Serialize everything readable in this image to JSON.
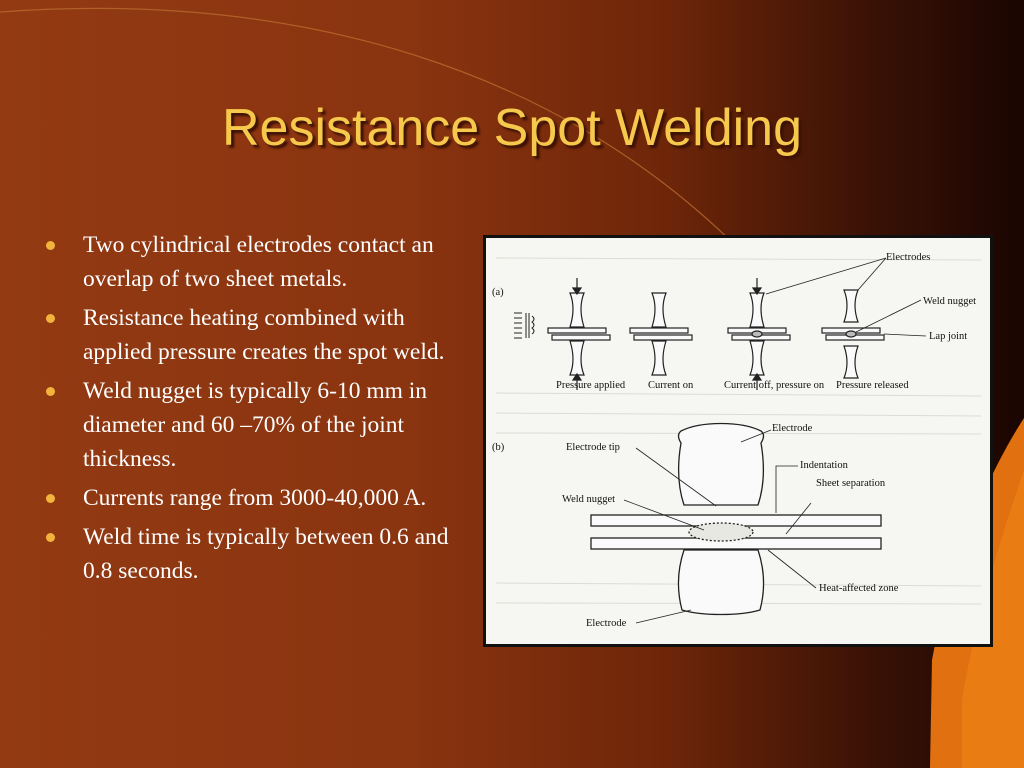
{
  "slide": {
    "title": "Resistance Spot Welding",
    "bullets": [
      "Two cylindrical electrodes contact an overlap of two sheet metals.",
      "Resistance heating combined with applied pressure creates the spot weld.",
      "Weld nugget is typically 6-10 mm in diameter and 60 –70% of the joint thickness.",
      "Currents range from 3000-40,000 A.",
      "Weld time is typically between 0.6 and 0.8 seconds."
    ]
  },
  "figure": {
    "part_a": "(a)",
    "part_b": "(b)",
    "stages": [
      "Pressure applied",
      "Current on",
      "Current off, pressure on",
      "Pressure released"
    ],
    "labels_a": {
      "electrodes": "Electrodes",
      "weld_nugget": "Weld nugget",
      "lap_joint": "Lap joint"
    },
    "labels_b": {
      "electrode_tip": "Electrode tip",
      "electrode_top": "Electrode",
      "indentation": "Indentation",
      "sheet_separation": "Sheet separation",
      "weld_nugget": "Weld nugget",
      "heat_affected_zone": "Heat-affected zone",
      "electrode_bottom": "Electrode"
    }
  },
  "colors": {
    "title": "#f6c94c",
    "bullet": "#f2b43c",
    "text": "#ffffff",
    "accent_orange": "#e07010"
  }
}
